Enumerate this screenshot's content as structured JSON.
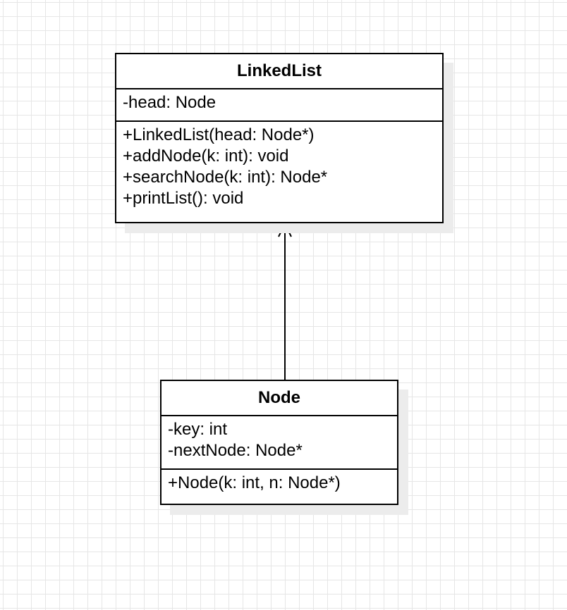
{
  "classes": {
    "linkedlist": {
      "name": "LinkedList",
      "attributes": [
        "-head: Node"
      ],
      "methods": [
        "+LinkedList(head: Node*)",
        "+addNode(k: int): void",
        "+searchNode(k: int): Node*",
        "+printList(): void"
      ]
    },
    "node": {
      "name": "Node",
      "attributes": [
        "-key: int",
        "-nextNode: Node*"
      ],
      "methods": [
        "+Node(k: int, n: Node*)"
      ]
    }
  },
  "relationship": {
    "from": "Node",
    "to": "LinkedList",
    "arrowhead": "open"
  },
  "colors": {
    "stroke": "#000000",
    "grid": "#e6e6e6",
    "shadow": "#ececec",
    "background": "#ffffff"
  }
}
